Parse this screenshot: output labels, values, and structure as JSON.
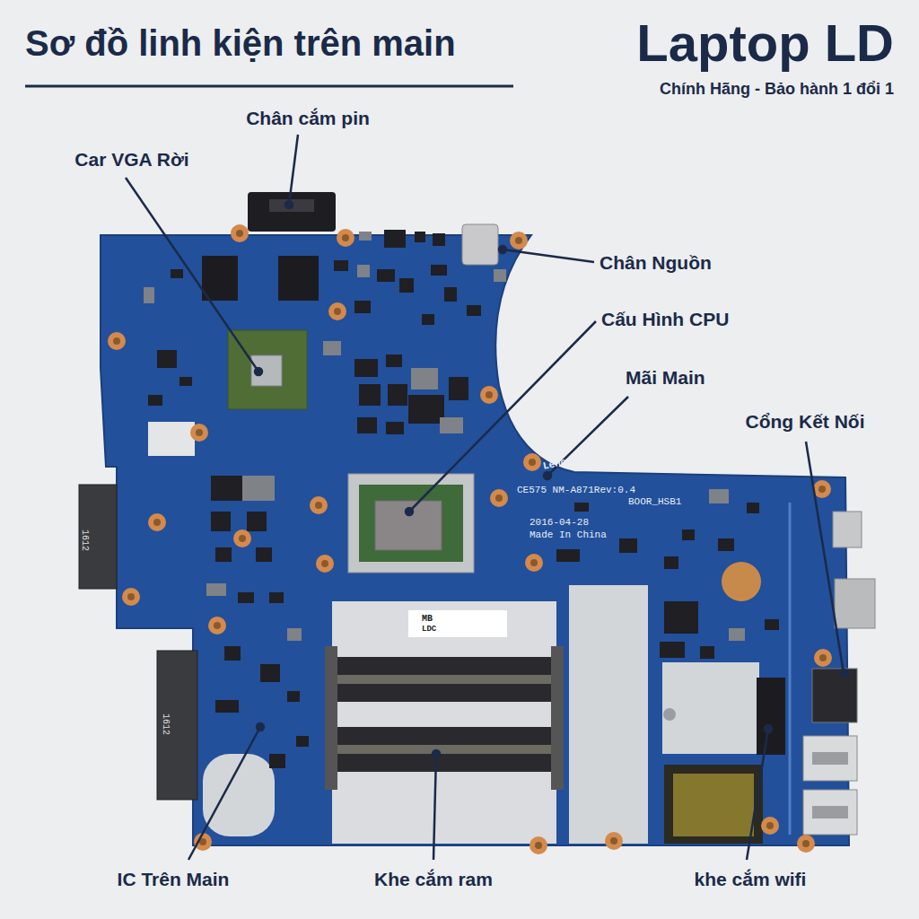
{
  "diagram": {
    "title": "Sơ đồ linh kiện trên main",
    "labels": [
      "Laptop LD",
      "Chính Hãng - Bảo hành 1 đổi 1",
      "Chân cắm pin",
      "Car VGA Rời",
      "Chân Nguồn",
      "Cấu Hình CPU",
      "Mãi Main",
      "Cổng Kết Nối",
      "IC Trên Main",
      "Khe cắm ram",
      "khe cắm wifi",
      "Lenovo",
      "CE575 NM-A871Rev:0.4",
      "BOOR_HSB1",
      "2016-04-28",
      "Made In China",
      "MB",
      "LDC",
      "1612",
      "1612"
    ]
  }
}
